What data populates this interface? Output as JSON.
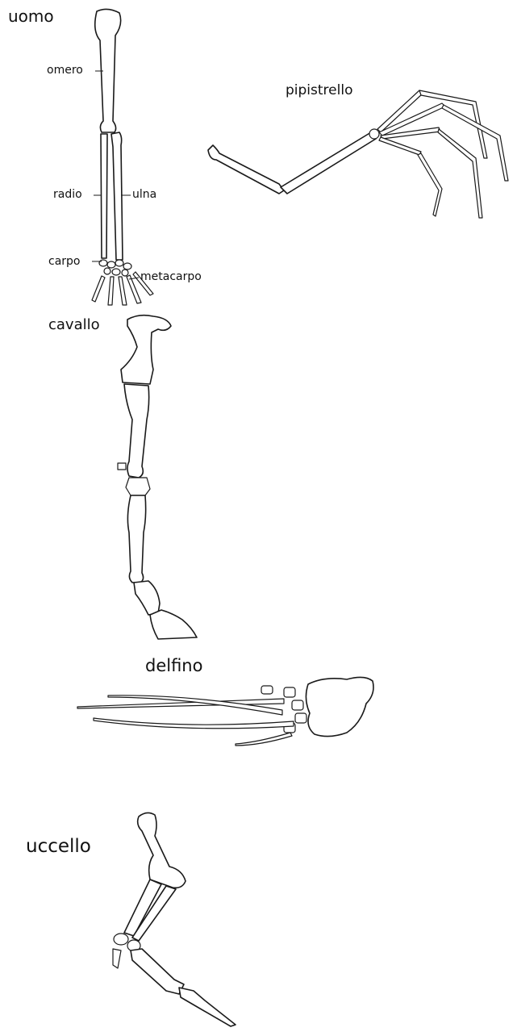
{
  "panels": {
    "human": {
      "title": "uomo",
      "parts": {
        "humerus": "omero",
        "radius": "radio",
        "ulna": "ulna",
        "carpus": "carpo",
        "metacarpus": "metacarpo"
      }
    },
    "bat": {
      "title": "pipistrello"
    },
    "horse": {
      "title": "cavallo"
    },
    "dolphin": {
      "title": "delfino"
    },
    "bird": {
      "title": "uccello"
    }
  },
  "colors": {
    "ink": "#1a1a1a",
    "paper": "#ffffff"
  }
}
